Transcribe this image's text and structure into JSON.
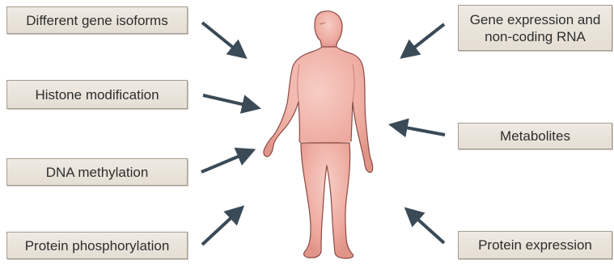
{
  "labels": {
    "isoforms": "Different gene isoforms",
    "histone": "Histone modification",
    "dna_methylation": "DNA methylation",
    "protein_phosphorylation": "Protein phosphorylation",
    "gene_expression": "Gene expression and\nnon-coding RNA",
    "metabolites": "Metabolites",
    "protein_expression": "Protein expression"
  },
  "colors": {
    "arrow": "#3a4a57",
    "body_fill": "#f0b3a9",
    "body_stroke": "#8a4a45",
    "box_border": "#a39c92"
  }
}
